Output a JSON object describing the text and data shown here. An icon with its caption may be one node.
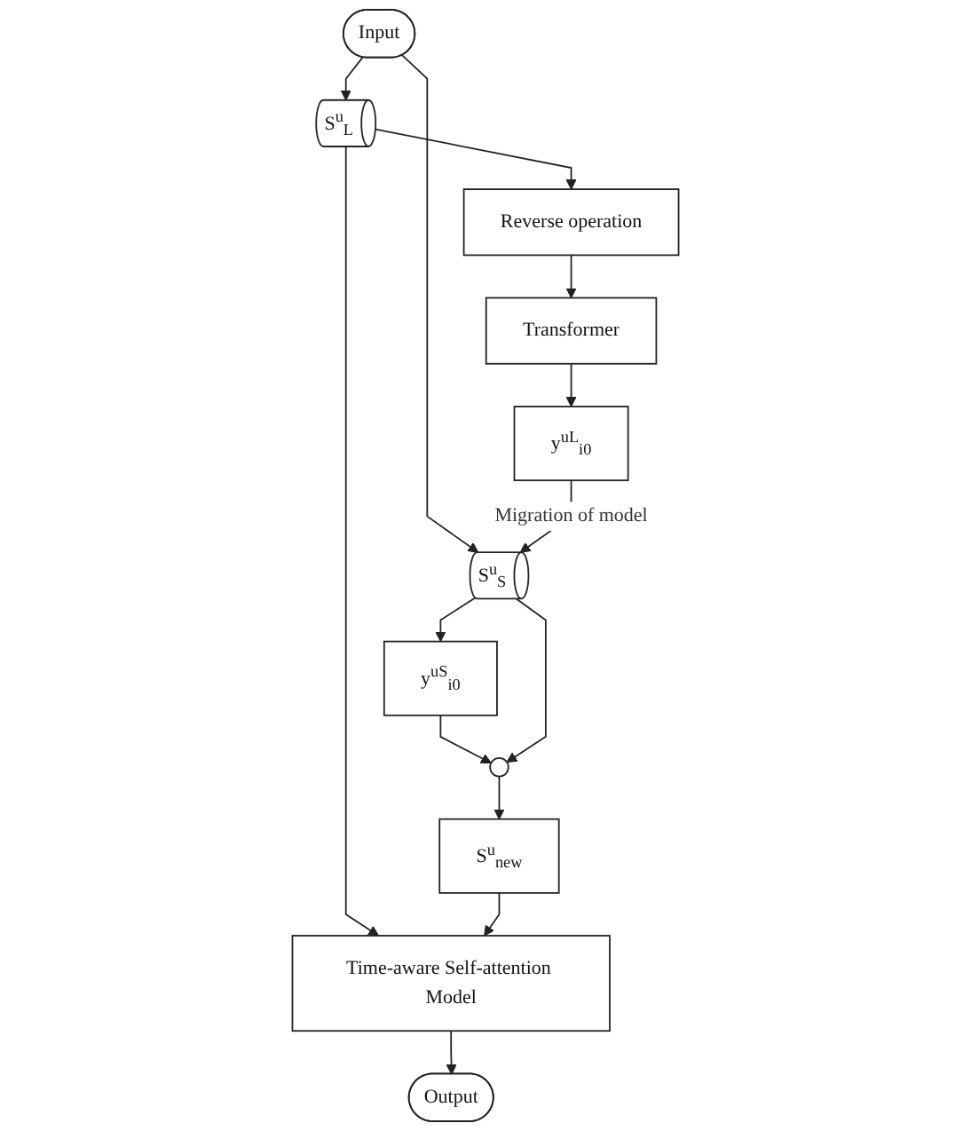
{
  "diagram": {
    "nodes": [
      {
        "text": [
          "Input"
        ]
      },
      {
        "text": [
          "S$^{u}$$_{L}$"
        ]
      },
      {
        "text": [
          "Reverse operation"
        ]
      },
      {
        "text": [
          "Transformer"
        ]
      },
      {
        "text": [
          "y$^{uL}$$_{i0}$"
        ]
      },
      {
        "text": [
          "S$^{u}$$_{S}$"
        ]
      },
      {
        "text": [
          "y$^{uS}$$_{i0}$"
        ]
      },
      {
        "text": [],
        "shape": "circle"
      },
      {
        "text": [
          "S$^{u}$$_{new}$"
        ]
      },
      {
        "text": [
          "Time-aware Self-attention Model"
        ]
      },
      {
        "text": [
          "Output"
        ]
      }
    ],
    "edges": [
      {
        "from": 0,
        "to": 1,
        "arrow": "to"
      },
      {
        "from": 0,
        "to": 5,
        "arrow": "to"
      },
      {
        "from": 1,
        "to": 2,
        "arrow": "to"
      },
      {
        "from": 2,
        "to": 3,
        "arrow": "to"
      },
      {
        "from": 3,
        "to": 4,
        "arrow": "to"
      },
      {
        "from": 4,
        "to": 5,
        "arrow": "to",
        "label": "Migration of model"
      },
      {
        "from": 5,
        "to": 6,
        "arrow": "to"
      },
      {
        "from": 6,
        "to": 7,
        "arrow": "to"
      },
      {
        "from": 5,
        "to": 7,
        "arrow": "to"
      },
      {
        "from": 7,
        "to": 8,
        "arrow": "to"
      },
      {
        "from": 1,
        "to": 9,
        "arrow": "to"
      },
      {
        "from": 8,
        "to": 9,
        "arrow": "to"
      },
      {
        "from": 9,
        "to": 10,
        "arrow": "to"
      }
    ]
  }
}
